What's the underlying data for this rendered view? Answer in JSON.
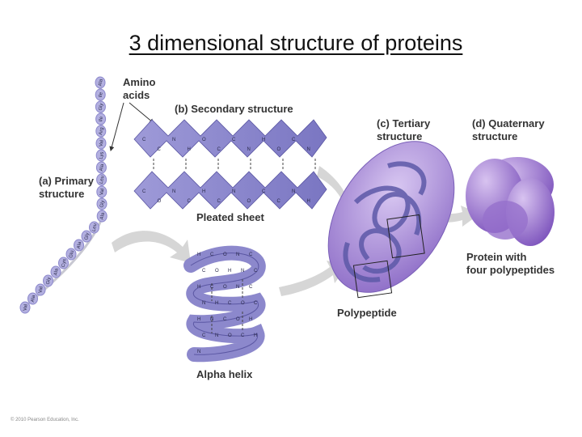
{
  "title": "3 dimensional structure of proteins",
  "labels": {
    "amino_acids": [
      "Amino",
      "acids"
    ],
    "primary": [
      "(a) Primary",
      "structure"
    ],
    "secondary": "(b) Secondary structure",
    "pleated_sheet": "Pleated sheet",
    "alpha_helix": "Alpha helix",
    "tertiary": [
      "(c) Tertiary",
      "structure"
    ],
    "polypeptide": "Polypeptide",
    "quaternary": [
      "(d) Quaternary",
      "structure"
    ],
    "protein_four": [
      "Protein with",
      "four polypeptides"
    ]
  },
  "copyright": "© 2010 Pearson Education, Inc.",
  "chain_residues": [
    "Ala",
    "Ile",
    "Gly",
    "Ile",
    "Arg",
    "Val",
    "Lys",
    "Ala",
    "Leu",
    "Val",
    "Gly",
    "Ala",
    "Leu",
    "Gly",
    "Ala",
    "Glu",
    "Cys",
    "Ala",
    "Gly",
    "Val",
    "Ala",
    "Val"
  ],
  "sheet_atoms": [
    "C",
    "C",
    "N",
    "H",
    "O",
    "C",
    "C",
    "N",
    "H",
    "O",
    "C",
    "N",
    "C",
    "O",
    "N",
    "C",
    "H",
    "C",
    "N",
    "O",
    "C",
    "C",
    "N",
    "H"
  ],
  "helix_atoms": [
    "H",
    "C",
    "O",
    "N",
    "C",
    "C",
    "O",
    "H",
    "N",
    "C",
    "H",
    "C",
    "O",
    "N",
    "C",
    "N",
    "H",
    "C",
    "O",
    "C",
    "H",
    "N",
    "C",
    "O",
    "H",
    "C",
    "N",
    "O",
    "C",
    "H",
    "N"
  ],
  "colors": {
    "ribbon": "#8c88cc",
    "ribbon_dark": "#5b57a3",
    "ribbon_light": "#b3b0e0",
    "tertiary_blob": "#a88fd6",
    "quaternary": "#a57fd1",
    "arrow": "#cfcfcf"
  }
}
